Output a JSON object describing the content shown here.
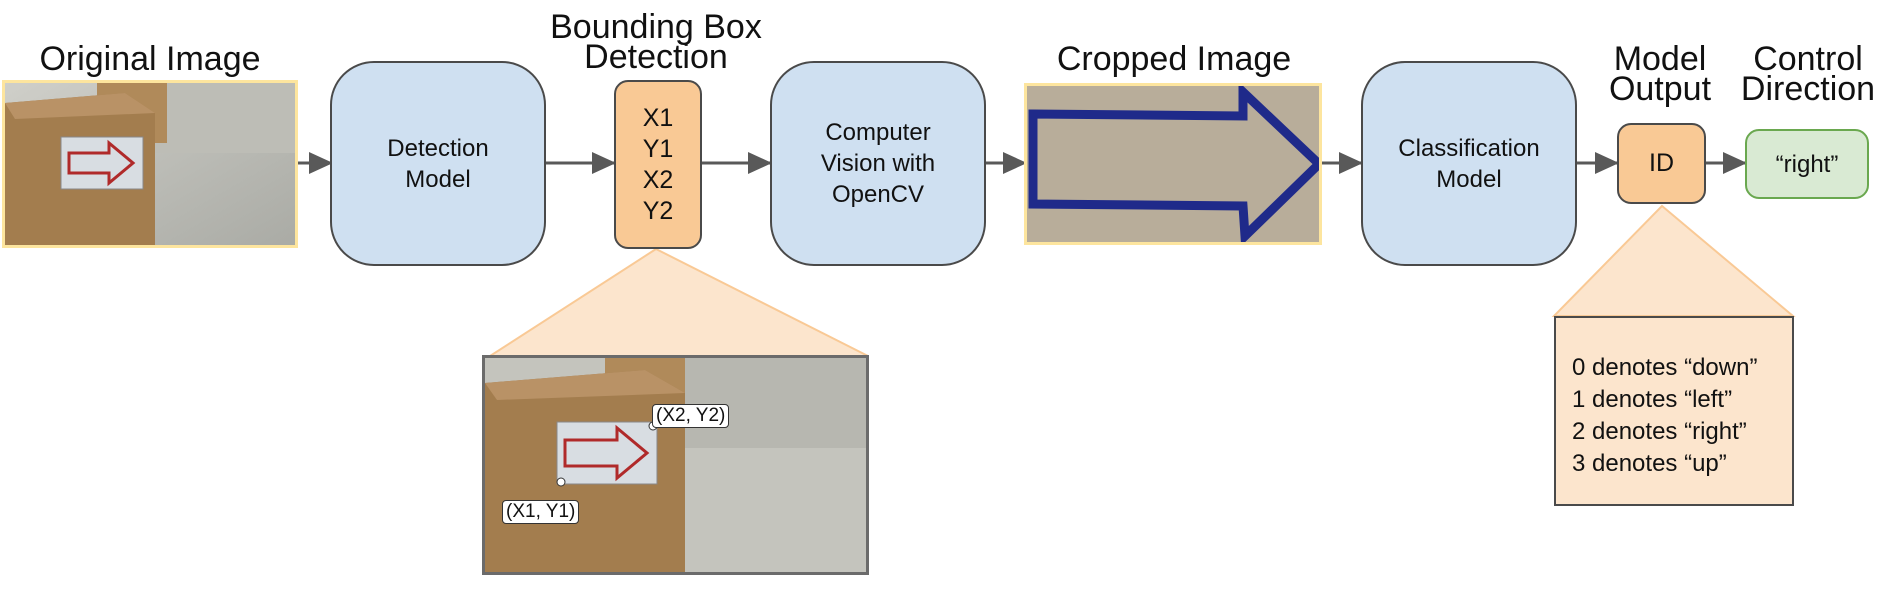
{
  "titles": {
    "original_image": "Original Image",
    "bbox_line1": "Bounding Box",
    "bbox_line2": "Detection",
    "cropped_image": "Cropped Image",
    "model_output_line1": "Model",
    "model_output_line2": "Output",
    "control_line1": "Control",
    "control_line2": "Direction"
  },
  "boxes": {
    "detection_model": "Detection\nModel",
    "bbox_coords": "X1\nY1\nX2\nY2",
    "computer_vision": "Computer\nVision with\nOpenCV",
    "classification_model": "Classification\nModel",
    "model_output_id": "ID",
    "control_value": "“right”"
  },
  "zoom_labels": {
    "top_right": "(X2, Y2)",
    "bottom_left": "(X1, Y1)"
  },
  "id_legend": [
    "0 denotes “down”",
    "1 denotes “left”",
    "2 denotes “right”",
    "3 denotes “up”"
  ],
  "colors": {
    "model_fill": "#cfe0f1",
    "coord_fill": "#f9c995",
    "legend_fill": "#fce5cd",
    "control_fill": "#d9ead3",
    "control_border": "#6aa84f",
    "arrow": "#595959",
    "photo_frame": "#fde59e"
  }
}
